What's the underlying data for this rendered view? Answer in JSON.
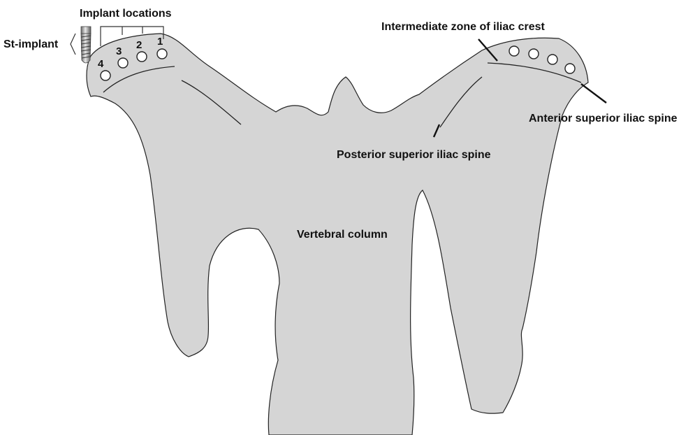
{
  "labels": {
    "implant_locations": "Implant locations",
    "st_implant": "St-implant",
    "intermediate_zone": "Intermediate zone of iliac crest",
    "anterior_spine": "Anterior superior iliac spine",
    "posterior_spine": "Posterior superior iliac spine",
    "vertebral_column": "Vertebral column"
  },
  "site_numbers": [
    "1",
    "2",
    "3",
    "4"
  ],
  "colors": {
    "bone_fill": "#d5d5d5",
    "outline": "#222222",
    "implant_site": "#ffffff",
    "text": "#111111"
  },
  "icons": {
    "implant": "screw-implant-icon"
  }
}
